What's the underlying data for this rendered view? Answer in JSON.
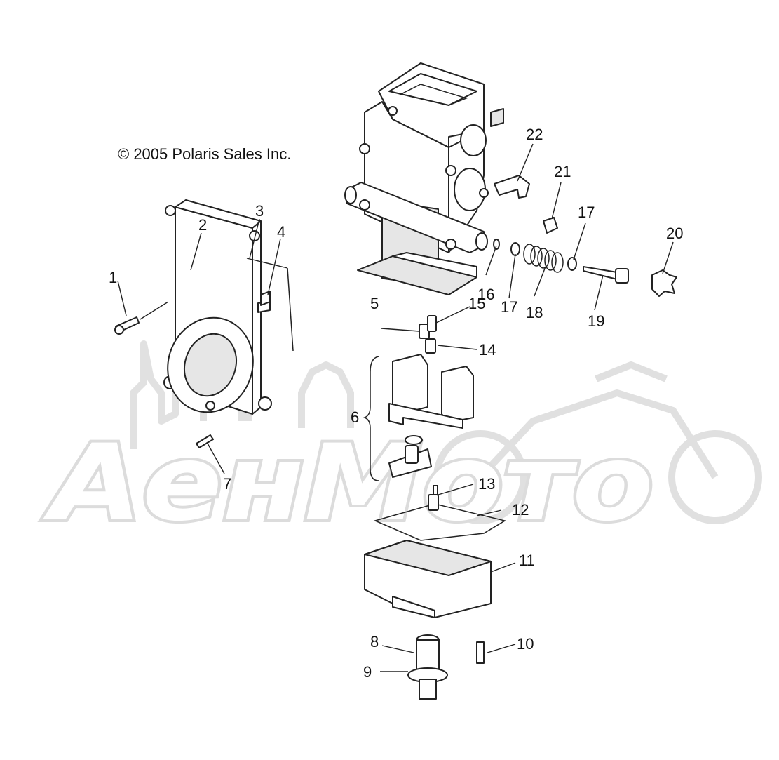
{
  "copyright": "© 2005 Polaris Sales Inc.",
  "watermark": {
    "text": "АенМото",
    "graphic": "castle-and-motorcycle-watermark"
  },
  "callouts": [
    "1",
    "2",
    "3",
    "4",
    "5",
    "6",
    "7",
    "8",
    "9",
    "10",
    "11",
    "12",
    "13",
    "14",
    "15",
    "16",
    "17",
    "17",
    "18",
    "19",
    "20",
    "21",
    "22"
  ],
  "colors": {
    "line": "#222222",
    "watermark": "#dcdcdc",
    "background": "#ffffff"
  }
}
